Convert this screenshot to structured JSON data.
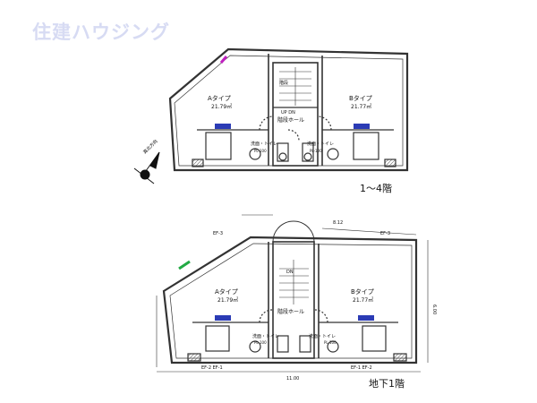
{
  "watermark": "住建ハウジング",
  "upper_plan": {
    "unit_a": {
      "name": "Aタイプ",
      "area": "21.79㎡"
    },
    "unit_b": {
      "name": "Bタイプ",
      "area": "21.77㎡"
    },
    "stair_text": "UP DN",
    "hall": "階段ホール",
    "stair_small": "階段",
    "bath_left": "洗面・トイレ",
    "bath_right": "洗面・トイレ",
    "pl_left": "PL-100",
    "pl_right": "PL-100",
    "floor_label": "1〜4階"
  },
  "lower_plan": {
    "unit_a": {
      "name": "Aタイプ",
      "area": "21.79㎡"
    },
    "unit_b": {
      "name": "Bタイプ",
      "area": "21.77㎡"
    },
    "stair_text": "DN",
    "hall": "階段ホール",
    "bath_left": "洗面・トイレ",
    "bath_right": "洗面・トイレ",
    "pl_left": "PL-100",
    "pl_right": "PL-100",
    "bottom_dims": "EF-2 EF-1",
    "bottom_dims_right": "EF-1 EF-2",
    "top_dims_left": "EF-3",
    "top_dims_right": "EF-3",
    "dim_total": "11.00",
    "dim_side": "6.00",
    "dim_top": "8.12",
    "floor_label": "地下1階"
  },
  "north_label": "真北方向"
}
